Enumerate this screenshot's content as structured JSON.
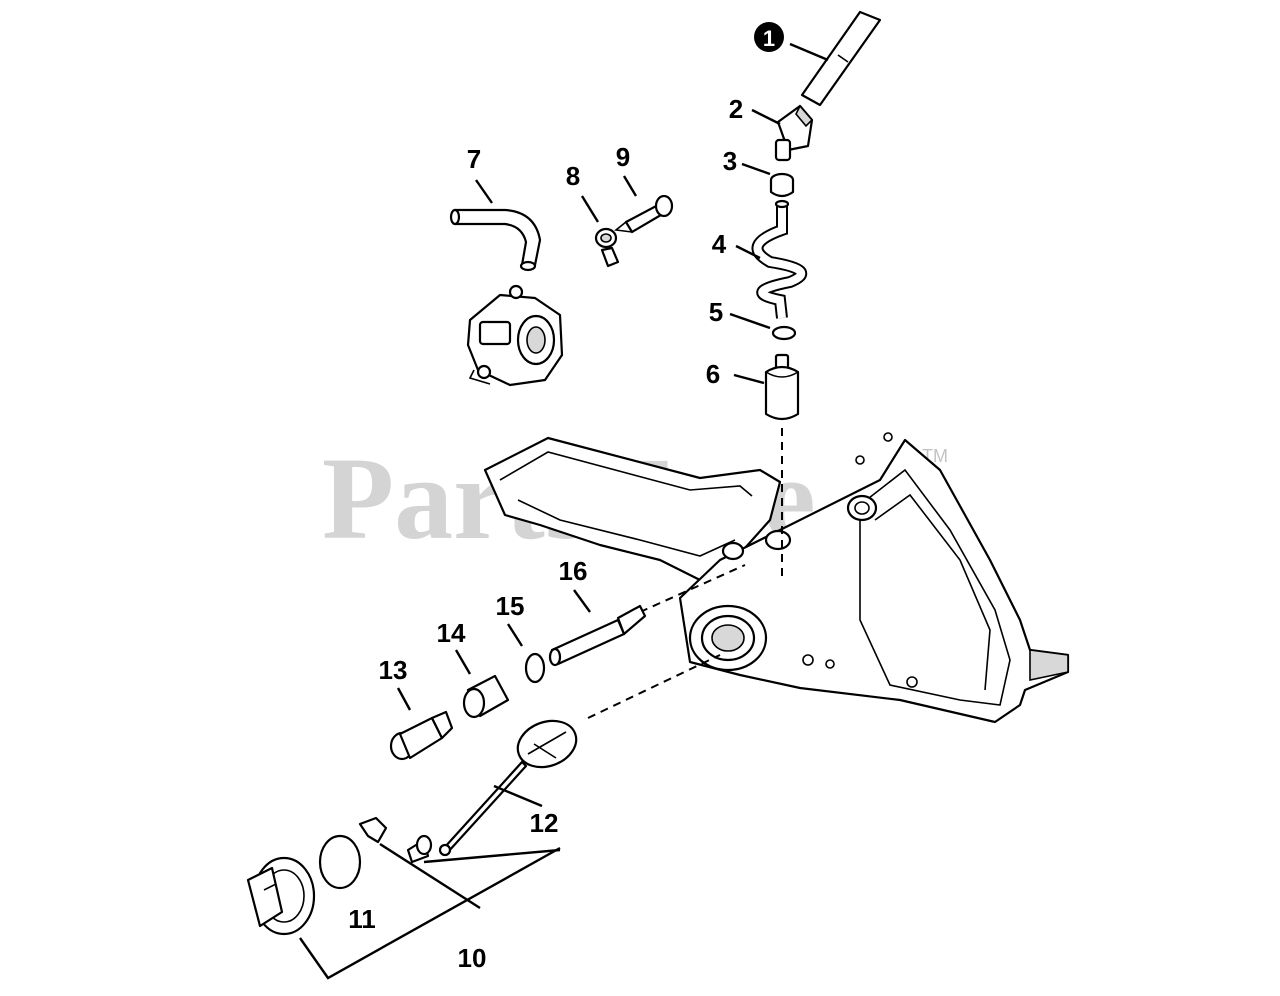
{
  "watermark": {
    "text": "PartsTree",
    "trademark": "TM"
  },
  "callouts": [
    {
      "number": "1",
      "style": "filled-circle"
    },
    {
      "number": "2"
    },
    {
      "number": "3"
    },
    {
      "number": "4"
    },
    {
      "number": "5"
    },
    {
      "number": "6"
    },
    {
      "number": "7"
    },
    {
      "number": "8"
    },
    {
      "number": "9"
    },
    {
      "number": "10"
    },
    {
      "number": "11"
    },
    {
      "number": "12"
    },
    {
      "number": "13"
    },
    {
      "number": "14"
    },
    {
      "number": "15"
    },
    {
      "number": "16"
    }
  ],
  "colors": {
    "line": "#000000",
    "watermark": "#9a9a9a",
    "background": "#ffffff"
  }
}
